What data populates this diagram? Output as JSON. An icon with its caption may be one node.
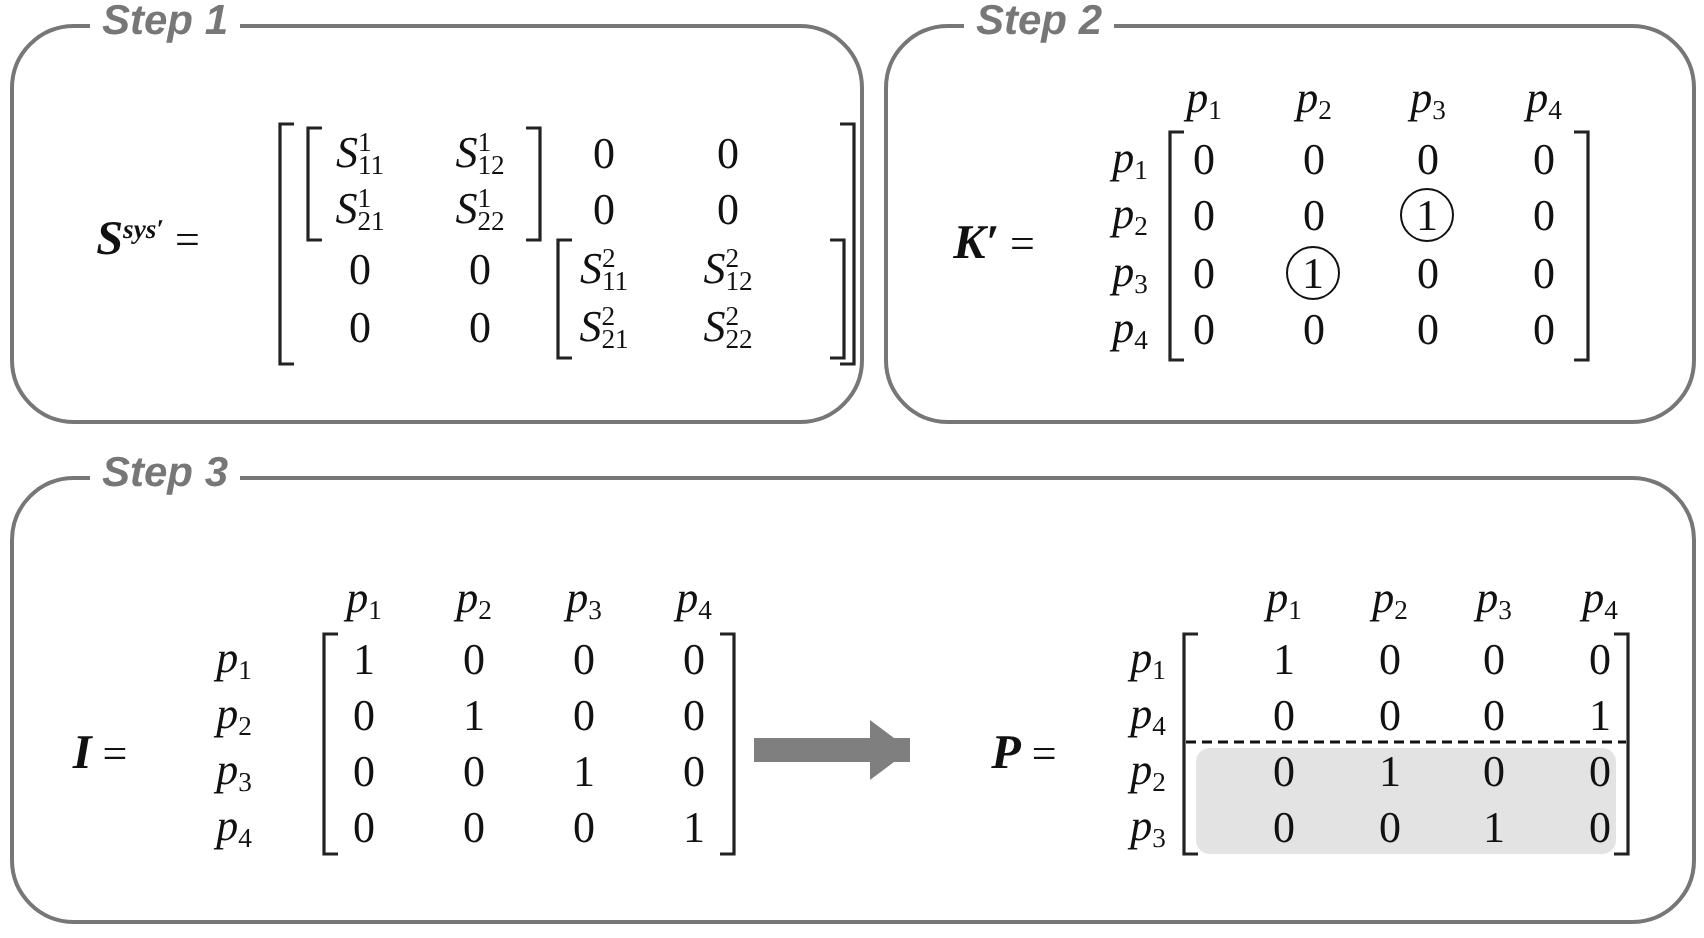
{
  "diagram": {
    "nodes": [
      {
        "text": [
          "Step 1",
          "**S**$^{sys′}$ =",
          "*S*$^{1}$$_{11}$",
          "*S*$^{1}$$_{12}$",
          "0",
          "0",
          "*S*$^{1}$$_{21}$",
          "*S*$^{1}$$_{22}$",
          "0",
          "0",
          "0",
          "0",
          "*S*$^{2}$$_{11}$",
          "*S*$^{2}$$_{12}$",
          "0",
          "0",
          "*S*$^{2}$$_{21}$",
          "*S*$^{2}$$_{22}$"
        ]
      },
      {
        "text": [
          "Step 2",
          "**K′** =",
          "*p*$_{1}$",
          "*p*$_{2}$",
          "*p*$_{3}$",
          "*p*$_{4}$",
          "*p*$_{1}$",
          "0",
          "0",
          "0",
          "0",
          "*p*$_{2}$",
          "0",
          "0",
          "0",
          "*p*$_{3}$",
          "0",
          "0",
          "0",
          "*p*$_{4}$",
          "0",
          "0",
          "0",
          "0"
        ]
      },
      {
        "text": [
          "1"
        ],
        "in": 1
      },
      {
        "text": [
          "1"
        ],
        "in": 1
      },
      {
        "text": [
          "Step 3"
        ]
      },
      {
        "text": [
          "**I** =",
          "*p*$_{1}$",
          "*p*$_{2}$",
          "*p*$_{3}$",
          "*p*$_{4}$",
          "*p*$_{1}$",
          "1",
          "0",
          "0",
          "0",
          "*p*$_{2}$",
          "0",
          "1",
          "0",
          "0",
          "*p*$_{3}$",
          "0",
          "0",
          "1",
          "0",
          "*p*$_{4}$",
          "0",
          "0",
          "0",
          "1"
        ],
        "in": 4
      },
      {
        "text": [
          "**P** =",
          "*p*$_{1}$",
          "*p*$_{2}$",
          "*p*$_{3}$",
          "*p*$_{4}$",
          "*p*$_{1}$",
          "1",
          "0",
          "0",
          "0",
          "*p*$_{4}$",
          "0",
          "0",
          "0",
          "1",
          "*p*$_{2}$",
          "0",
          "1",
          "0",
          "0",
          "*p*$_{3}$",
          "0",
          "0",
          "1",
          "0"
        ],
        "in": 4
      }
    ],
    "edges": [
      {
        "from": 5,
        "to": 6,
        "arrow": "to"
      }
    ]
  }
}
